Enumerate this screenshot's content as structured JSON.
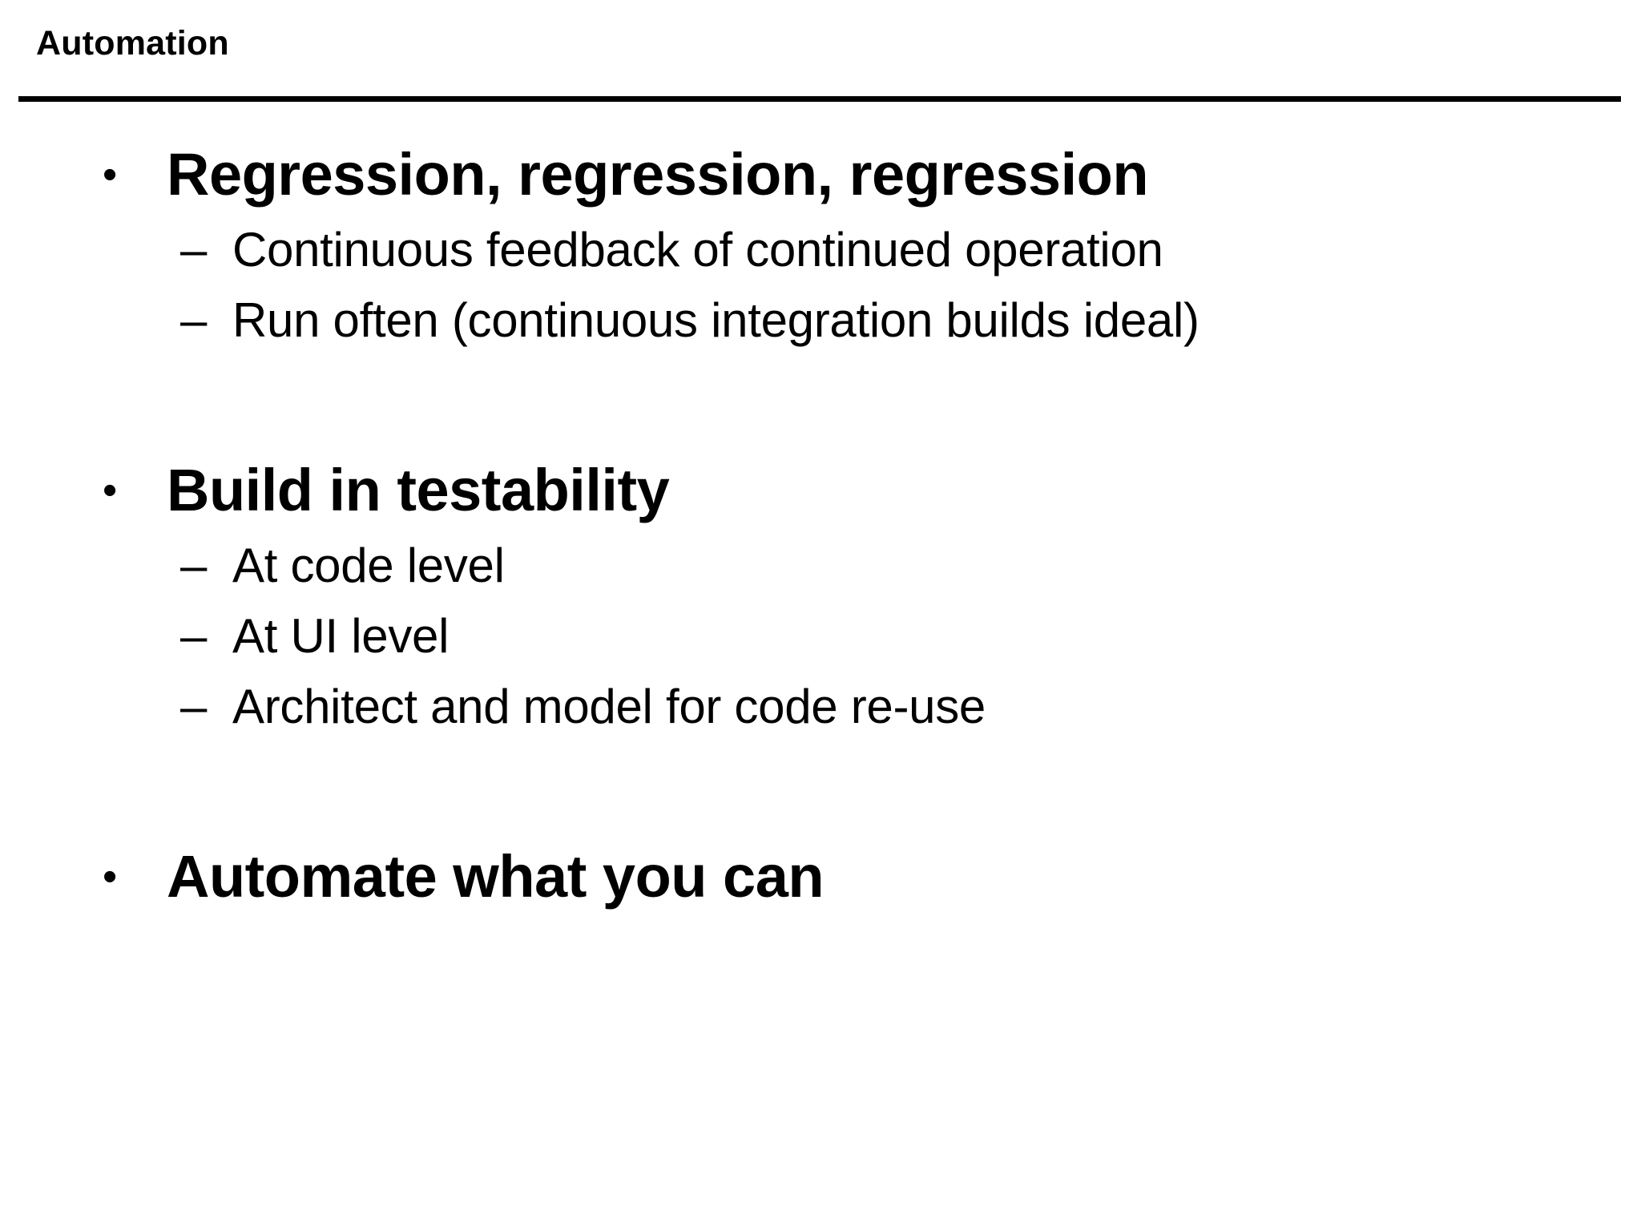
{
  "slide": {
    "title": "Automation",
    "background_color": "#ffffff",
    "text_color": "#000000",
    "rule_color": "#000000",
    "markers": {
      "level1_bullet": "bullet-dot",
      "level1_glyph": "•",
      "level2_glyph": "–"
    },
    "content": [
      {
        "level": 1,
        "text": "Regression, regression, regression",
        "marker": "•"
      },
      {
        "level": 2,
        "text": "Continuous feedback of continued operation",
        "marker": "–"
      },
      {
        "level": 2,
        "text": "Run often (continuous integration builds ideal)",
        "marker": "–"
      },
      {
        "level": 0,
        "text": "",
        "marker": ""
      },
      {
        "level": 1,
        "text": "Build in testability",
        "marker": "•"
      },
      {
        "level": 2,
        "text": "At code level",
        "marker": "–"
      },
      {
        "level": 2,
        "text": "At UI level",
        "marker": "–"
      },
      {
        "level": 2,
        "text": "Architect and model for code re-use",
        "marker": "–"
      },
      {
        "level": 0,
        "text": "",
        "marker": ""
      },
      {
        "level": 1,
        "text": "Automate what you can",
        "marker": "•"
      }
    ]
  }
}
